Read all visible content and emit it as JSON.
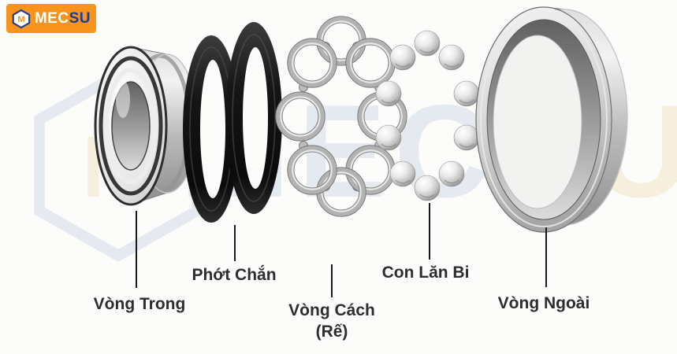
{
  "logo": {
    "monogram": "M",
    "text_mec": "MEC",
    "text_su": "SU",
    "bg_color": "#f7941e",
    "blue": "#1d3c8f",
    "monogram_color": "#f7a81b"
  },
  "watermark": {
    "text_mec": "MEC",
    "text_su": "SU",
    "blue": "#b3c4dc",
    "yellow": "#eed29b"
  },
  "callouts": {
    "inner_ring": {
      "label": "Vòng Trong"
    },
    "seal": {
      "label": "Phớt Chắn"
    },
    "cage": {
      "label_line1": "Vòng Cách",
      "label_line2": "(Rế)"
    },
    "balls": {
      "label": "Con Lăn Bi"
    },
    "outer_ring": {
      "label": "Vòng Ngoài"
    }
  },
  "colors": {
    "label_text": "#2d2d2d",
    "callout_line": "#1a1a1a",
    "background": "#fcfcfa"
  }
}
